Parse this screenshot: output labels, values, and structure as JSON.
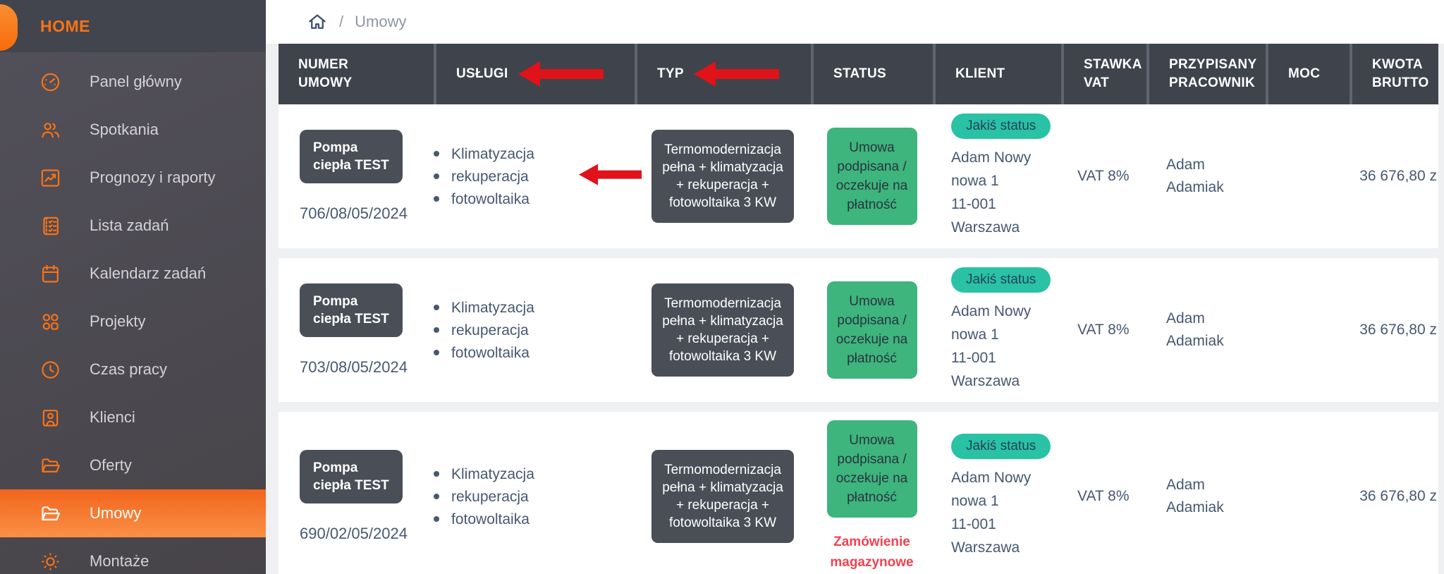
{
  "sidebar": {
    "home_label": "HOME",
    "items": [
      {
        "label": "Panel główny",
        "icon": "gauge-icon"
      },
      {
        "label": "Spotkania",
        "icon": "users-icon"
      },
      {
        "label": "Prognozy i raporty",
        "icon": "chart-icon"
      },
      {
        "label": "Lista zadań",
        "icon": "checklist-icon"
      },
      {
        "label": "Kalendarz zadań",
        "icon": "calendar-icon"
      },
      {
        "label": "Projekty",
        "icon": "grid-icon"
      },
      {
        "label": "Czas pracy",
        "icon": "clock-icon"
      },
      {
        "label": "Klienci",
        "icon": "person-badge-icon"
      },
      {
        "label": "Oferty",
        "icon": "folder-open-icon"
      },
      {
        "label": "Umowy",
        "icon": "folder-open-icon",
        "active": true
      },
      {
        "label": "Montaże",
        "icon": "sun-icon"
      }
    ]
  },
  "breadcrumb": {
    "separator": "/",
    "current": "Umowy"
  },
  "table": {
    "headers": [
      "NUMER UMOWY",
      "USŁUGI",
      "TYP",
      "STATUS",
      "KLIENT",
      "STAWKA VAT",
      "PRZYPISANY PRACOWNIK",
      "MOC",
      "KWOTA BRUTTO"
    ],
    "rows": [
      {
        "product_badge_lines": [
          "Pompa",
          "ciepła TEST"
        ],
        "number": "706/08/05/2024",
        "services": [
          "Klimatyzacja",
          "rekuperacja",
          "fotowoltaika"
        ],
        "has_arrow": true,
        "type": "Termomodernizacja pełna + klimatyzacja + rekuperacja + fotowoltaika 3 KW",
        "status": "Umowa podpisana / oczekuje na płatność",
        "status_extra": "",
        "client_status": "Jakiś status",
        "client_lines": [
          "Adam Nowy",
          "nowa 1",
          "11-001",
          "Warszawa"
        ],
        "vat": "VAT 8%",
        "employee": "Adam Adamiak",
        "moc": "",
        "amount": "36 676,80 z"
      },
      {
        "product_badge_lines": [
          "Pompa",
          "ciepła TEST"
        ],
        "number": "703/08/05/2024",
        "services": [
          "Klimatyzacja",
          "rekuperacja",
          "fotowoltaika"
        ],
        "has_arrow": false,
        "type": "Termomodernizacja pełna + klimatyzacja + rekuperacja + fotowoltaika 3 KW",
        "status": "Umowa podpisana / oczekuje na płatność",
        "status_extra": "",
        "client_status": "Jakiś status",
        "client_lines": [
          "Adam Nowy",
          "nowa 1",
          "11-001",
          "Warszawa"
        ],
        "vat": "VAT 8%",
        "employee": "Adam Adamiak",
        "moc": "",
        "amount": "36 676,80 z"
      },
      {
        "product_badge_lines": [
          "Pompa",
          "ciepła TEST"
        ],
        "number": "690/02/05/2024",
        "services": [
          "Klimatyzacja",
          "rekuperacja",
          "fotowoltaika"
        ],
        "has_arrow": false,
        "type": "Termomodernizacja pełna + klimatyzacja + rekuperacja + fotowoltaika 3 KW",
        "status": "Umowa podpisana / oczekuje na płatność",
        "status_extra": "Zamówienie magazynowe",
        "client_status": "Jakiś status",
        "client_lines": [
          "Adam Nowy",
          "nowa 1",
          "11-001",
          "Warszawa"
        ],
        "vat": "VAT 8%",
        "employee": "Adam Adamiak",
        "moc": "",
        "amount": "36 676,80 z"
      }
    ]
  },
  "colors": {
    "accent_orange": "#f97316",
    "arrow_red": "#e0121a",
    "status_green": "#3db57d",
    "client_teal": "#29c2a5",
    "warning_red": "#ef4350",
    "header_dark": "#3f434c"
  }
}
